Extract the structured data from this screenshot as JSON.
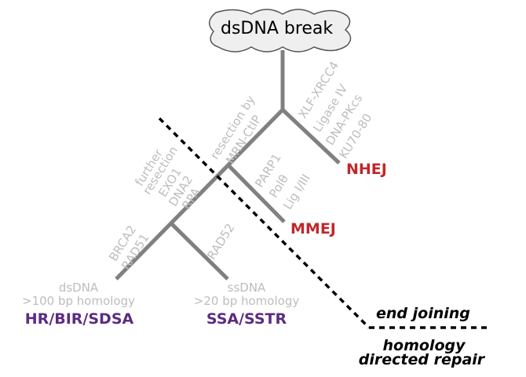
{
  "root": {
    "label": "dsDNA break"
  },
  "pathways": {
    "nhej": "NHEJ",
    "mmej": "MMEJ",
    "hr": "HR/BIR/SDSA",
    "ssa": "SSA/SSTR"
  },
  "proteins": {
    "nhej": [
      "XLF-XRCC4",
      "Ligase IV",
      "DNA-PKcs",
      "KU70-80"
    ],
    "resection": [
      "resection by",
      "MRN-CtIP"
    ],
    "mmej": [
      "PARP1",
      "Polθ",
      "Lig I/III"
    ],
    "further": [
      "further",
      "resection",
      "EXO1",
      "DNA2",
      "RPA"
    ],
    "hr": [
      "BRCA2",
      "RAD51"
    ],
    "ssa": [
      "RAD52"
    ]
  },
  "homology": {
    "hr": [
      "dsDNA",
      ">100 bp homology"
    ],
    "ssa": [
      "ssDNA",
      ">20 bp homology"
    ]
  },
  "regions": {
    "end_joining": "end joining",
    "hdr": [
      "homology",
      "directed repair"
    ]
  },
  "colors": {
    "tree": "#808080",
    "protein_text": "#bdbdbd",
    "red": "#c0272d",
    "purple": "#5b2d82",
    "cloud_fill": "#eeefee"
  }
}
